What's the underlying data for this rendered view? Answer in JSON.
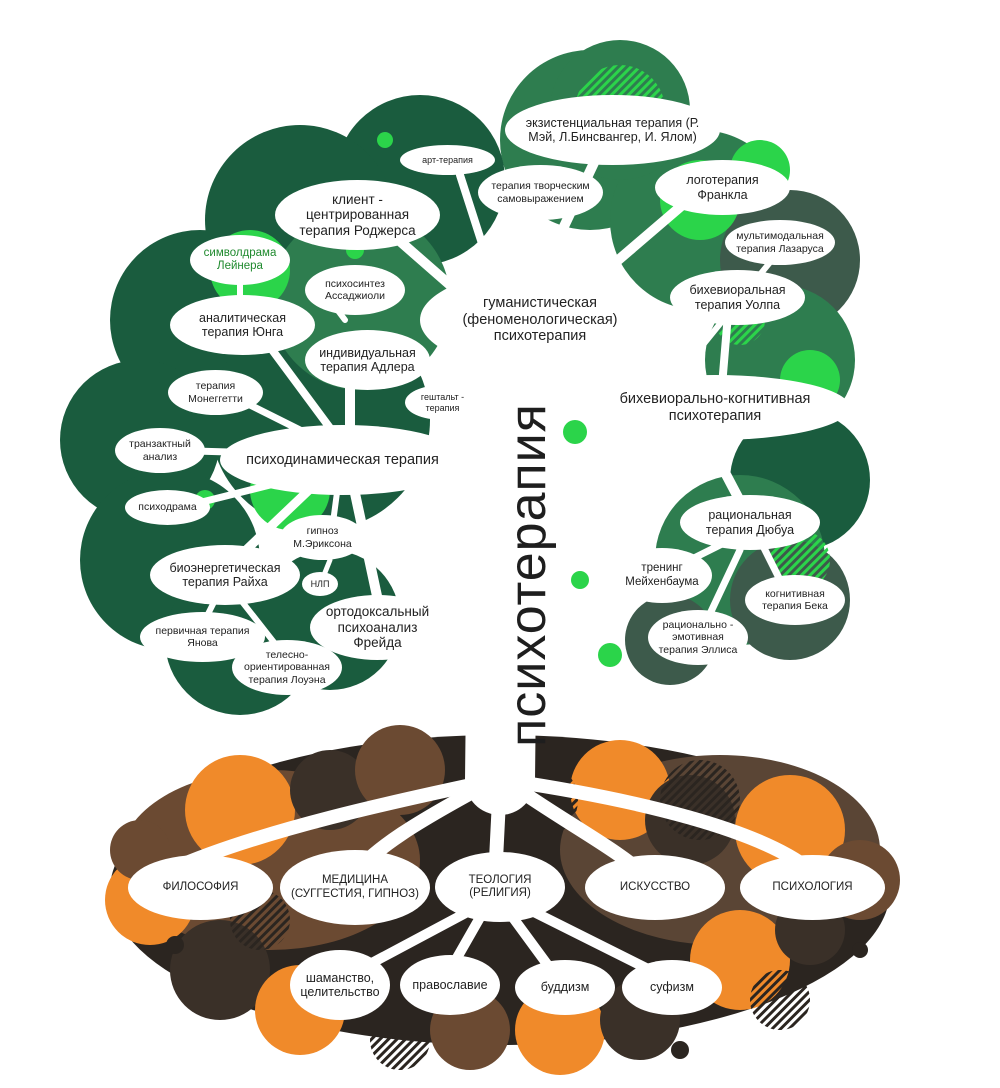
{
  "title": "психотерапия",
  "colors": {
    "canopy_dark": "#1a5c3e",
    "canopy_mid": "#2e7d4f",
    "canopy_bright": "#2bd44a",
    "canopy_gray": "#3d5a4b",
    "roots_dark": "#2b2520",
    "roots_brown": "#6b4a32",
    "roots_orange": "#f08a2a",
    "node_fill": "#ffffff"
  },
  "canopy": {
    "humanistic": {
      "hub": "гуманистическая (феноменологическая) психотерапия",
      "branches": [
        "экзистенциальная терапия (Р. Мэй, Л.Бинсвангер, И. Ялом)",
        "арт-терапия",
        "терапия творческим самовыражением",
        "клиент - центрированная терапия Роджерса",
        "логотерапия Франкла",
        "гештальт - терапия"
      ]
    },
    "psychodynamic": {
      "hub": "психодинамическая терапия",
      "branches": [
        "символдрама Лейнера",
        "аналитическая терапия Юнга",
        "психосинтез Ассаджиоли",
        "индивидуальная терапия Адлера",
        "терапия Монеггетти",
        "транзактный анализ",
        "психодрама",
        "гипноз М.Эриксона",
        "биоэнергетическая терапия Райха",
        "НЛП",
        "ортодоксальный психоанализ Фрейда",
        "первичная терапия Янова",
        "телесно- ориентированная терапия Лоуэна"
      ]
    },
    "cbt": {
      "hub": "бихевиорально-когнитивная психотерапия",
      "branches": [
        "мультимодальная терапия Лазаруса",
        "бихевиоральная терапия Уолпа",
        "рациональная терапия Дюбуа",
        "тренинг Мейхенбаума",
        "когнитивная терапия Бека",
        "рационально - эмотивная терапия Эллиса"
      ]
    }
  },
  "roots": {
    "main": [
      "ФИЛОСОФИЯ",
      "МЕДИЦИНА (СУГГЕСТИЯ, ГИПНОЗ)",
      "ТЕОЛОГИЯ (РЕЛИГИЯ)",
      "ИСКУССТВО",
      "ПСИХОЛОГИЯ"
    ],
    "theology_sub": [
      "шаманство, целительство",
      "православие",
      "буддизм",
      "суфизм"
    ]
  }
}
